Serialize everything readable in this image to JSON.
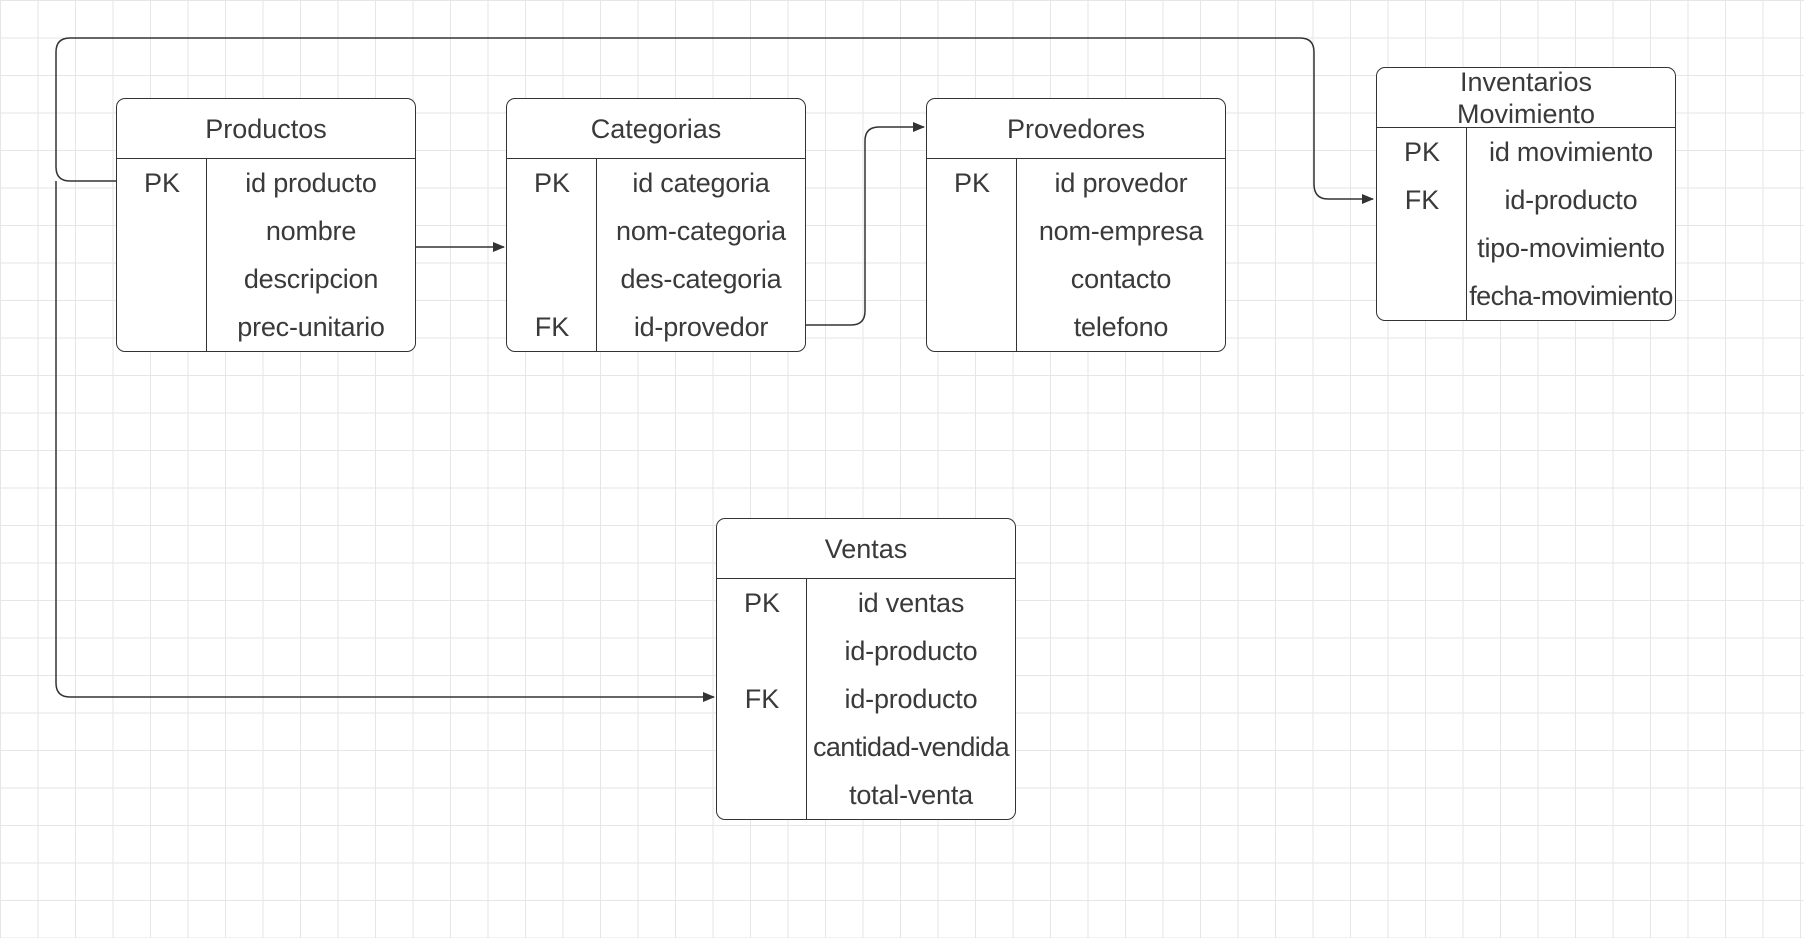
{
  "entities": {
    "productos": {
      "title": "Productos",
      "keys": [
        "PK",
        "",
        "",
        ""
      ],
      "fields": [
        "id producto",
        "nombre",
        "descripcion",
        "prec-unitario"
      ]
    },
    "categorias": {
      "title": "Categorias",
      "keys": [
        "PK",
        "",
        "",
        "FK"
      ],
      "fields": [
        "id categoria",
        "nom-categoria",
        "des-categoria",
        "id-provedor"
      ]
    },
    "provedores": {
      "title": "Provedores",
      "keys": [
        "PK",
        "",
        "",
        ""
      ],
      "fields": [
        "id provedor",
        "nom-empresa",
        "contacto",
        "telefono"
      ]
    },
    "inventarios": {
      "title_line1": "Inventarios",
      "title_line2": "Movimiento",
      "keys": [
        "PK",
        "FK",
        "",
        ""
      ],
      "fields": [
        "id movimiento",
        "id-producto",
        "tipo-movimiento",
        "fecha-movimiento"
      ]
    },
    "ventas": {
      "title": "Ventas",
      "keys": [
        "PK",
        "",
        "FK",
        "",
        ""
      ],
      "fields": [
        "id ventas",
        "id-producto",
        "id-producto",
        "cantidad-vendida",
        "total-venta"
      ]
    }
  },
  "colors": {
    "line": "#333333",
    "text": "#3a3a3a",
    "grid": "#e6e6e6"
  }
}
